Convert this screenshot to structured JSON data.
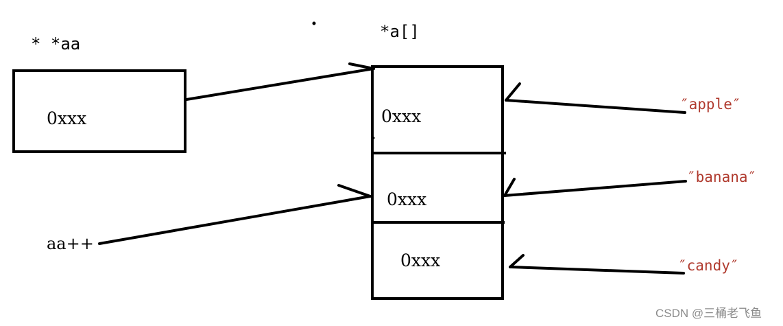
{
  "labels": {
    "ptr_pp_aa": "* *aa",
    "arr_a": "*a[]",
    "aa_inc": "aa++"
  },
  "cells": {
    "aa_box": "0xxx",
    "a0": "0xxx",
    "a1": "0xxx",
    "a2": "0xxx"
  },
  "strings": {
    "s0": "″apple″",
    "s1": "″banana″",
    "s2": "″candy″"
  },
  "watermark": "CSDN @三桶老飞鱼",
  "colors": {
    "ink": "#000000",
    "string_text": "#b03a2e",
    "watermark": "#8c8c8c"
  }
}
